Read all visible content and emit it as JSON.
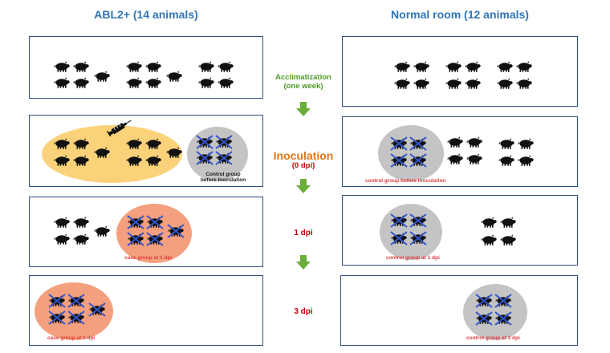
{
  "headers": {
    "left": "ABL2+ (14 animals)",
    "right": "Normal room (12 animals)"
  },
  "stages": [
    {
      "label": "Acclimatization",
      "sublabel": "(one week)",
      "color": "#4e9a2a"
    },
    {
      "label": "Inoculation",
      "sublabel": "(0 dpi)",
      "color": "#e1771a",
      "subcolor": "#c00000"
    },
    {
      "label": "1 dpi",
      "color": "#c00000"
    },
    {
      "label": "3 dpi",
      "color": "#c00000"
    }
  ],
  "captions": {
    "control_before_left_line1": "Control group",
    "control_before_left_line2": "before Inoculation",
    "control_before_right": "control group before inoculation",
    "case_1dpi": "case group at 1 dpi",
    "control_1dpi": "control group at 1 dpi",
    "case_3dpi": "case group at 3 dpi",
    "control_3dpi": "control group at 3 dpi"
  },
  "colors": {
    "panel_border": "#2f4f7f",
    "header_blue": "#2e75b6",
    "yellow_blob": "#fbd27a",
    "grey_blob": "#c4c4c4",
    "salmon_blob": "#f4a07e",
    "arrow_green": "#6aad3a",
    "cross_blue": "#3355cc",
    "caption_red": "#e23c3c"
  },
  "icons": [
    "pig-icon",
    "syringe-icon",
    "down-arrow-icon",
    "cross-mark-icon"
  ]
}
